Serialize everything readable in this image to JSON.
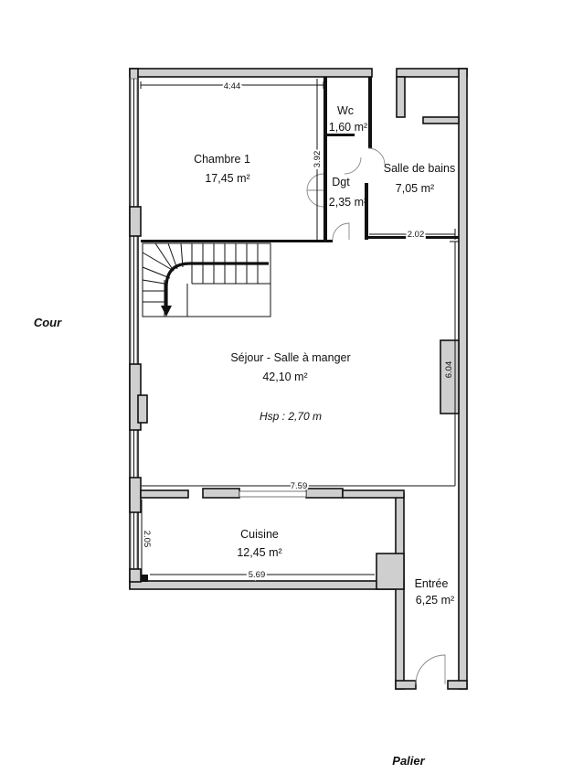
{
  "rooms": {
    "chambre": {
      "name": "Chambre 1",
      "area": "17,45 m²"
    },
    "wc": {
      "name": "Wc",
      "area": "1,60 m²"
    },
    "dgt": {
      "name": "Dgt",
      "area": "2,35 m²"
    },
    "sdb": {
      "name": "Salle de bains",
      "area": "7,05 m²"
    },
    "sejour": {
      "name": "Séjour - Salle à manger",
      "area": "42,10 m²",
      "height": "Hsp : 2,70 m"
    },
    "cuisine": {
      "name": "Cuisine",
      "area": "12,45 m²"
    },
    "entree": {
      "name": "Entrée",
      "area": "6,25 m²"
    }
  },
  "dimensions": {
    "chambre_width": "4.44",
    "chambre_depth": "3.92",
    "sdb_width": "2.02",
    "sejour_width": "7.59",
    "sejour_depth": "6.04",
    "cuisine_depth": "2.05",
    "cuisine_width": "5.69"
  },
  "outside": {
    "left": "Cour",
    "bottom": "Palier"
  }
}
